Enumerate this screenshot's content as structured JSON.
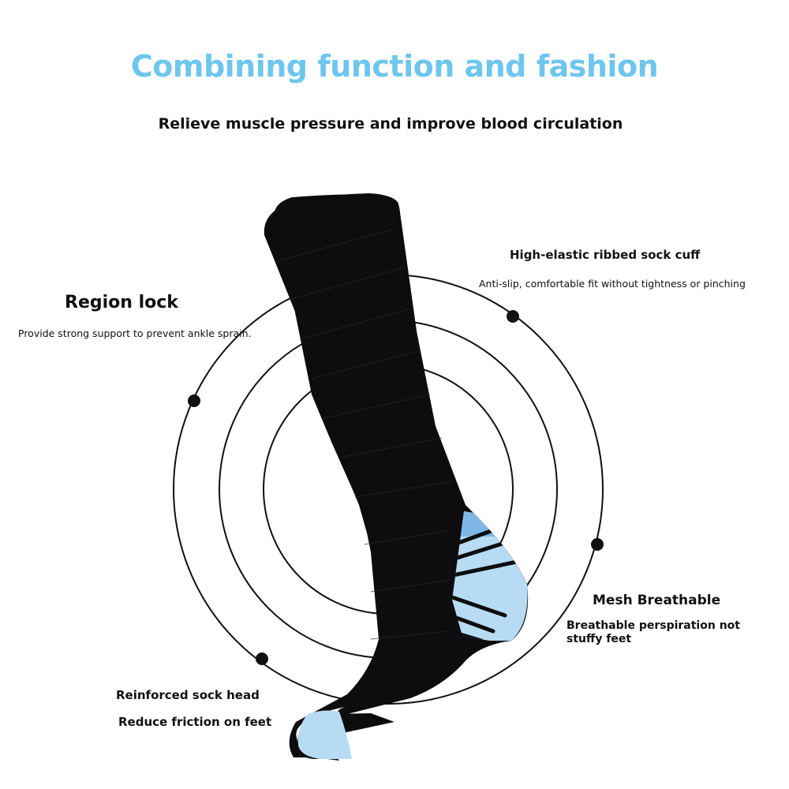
{
  "header": {
    "title": "Combining function and fashion",
    "subtitle": "Relieve muscle pressure and improve blood circulation"
  },
  "features": {
    "region_lock": {
      "title": "Region lock",
      "description": "Provide strong support to prevent ankle sprain."
    },
    "cuff": {
      "title": "High-elastic ribbed sock cuff",
      "description": "Anti-slip, comfortable fit without tightness or pinching"
    },
    "mesh": {
      "title": "Mesh Breathable",
      "description": "Breathable perspiration not stuffy feet"
    },
    "sock_head": {
      "title": "Reinforced sock head",
      "description": "Reduce friction on feet"
    }
  },
  "colors": {
    "title": "#6ec6ee",
    "sock_body": "#0d0d0f",
    "sock_accent": "#b7dbf3",
    "sock_accent_dark": "#7fb6e6",
    "rings": "#111111"
  },
  "product": {
    "image": "compression-sock"
  }
}
